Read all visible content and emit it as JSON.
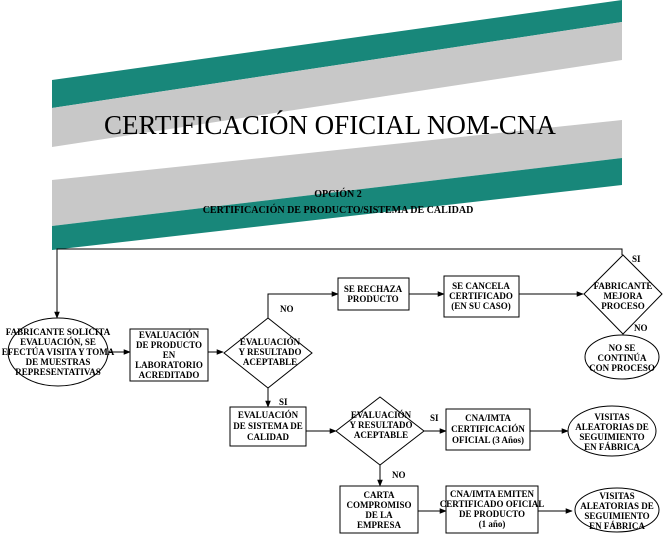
{
  "banner": {
    "title": "CERTIFICACIÓN OFICIAL NOM-CNA",
    "option": "OPCIÓN  2",
    "subtitle": "CERTIFICACIÓN DE PRODUCTO/SISTEMA DE CALIDAD",
    "colors": {
      "teal": "#18877a",
      "gray": "#c8c8c8"
    }
  },
  "nodes": {
    "fabricante": [
      "FABRICANTE SOLICITA",
      "EVALUACIÓN, SE",
      "EFECTÚA VISITA Y TOMA",
      "DE MUESTRAS",
      "REPRESENTATIVAS"
    ],
    "eval_producto": [
      "EVALUACIÓN",
      "DE PRODUCTO",
      "EN",
      "LABORATORIO",
      "ACREDITADO"
    ],
    "decision1": [
      "EVALUACIÓN",
      "Y RESULTADO",
      "ACEPTABLE"
    ],
    "rechaza": [
      "SE RECHAZA",
      "PRODUCTO"
    ],
    "cancela": [
      "SE CANCELA",
      "CERTIFICADO",
      "(EN SU CASO)"
    ],
    "mejora": [
      "FABRICANTE",
      "MEJORA",
      "PROCESO"
    ],
    "no_continua": [
      "NO SE",
      "CONTINÚA",
      "CON PROCESO"
    ],
    "eval_sistema": [
      "EVALUACIÓN",
      "DE SISTEMA DE",
      "CALIDAD"
    ],
    "decision2": [
      "EVALUACIÓN",
      "Y RESULTADO",
      "ACEPTABLE"
    ],
    "cna_3": [
      "CNA/IMTA",
      "CERTIFICACIÓN",
      "OFICIAL (3 Años)"
    ],
    "visitas1": [
      "VISITAS",
      "ALEATORIAS DE",
      "SEGUIMIENTO",
      "EN FÁBRICA"
    ],
    "carta": [
      "CARTA",
      "COMPROMISO",
      "DE LA",
      "EMPRESA"
    ],
    "cna_1": [
      "CNA/IMTA EMITEN",
      "CERTIFICADO OFICIAL",
      "DE PRODUCTO",
      "(1 año)"
    ],
    "visitas2": [
      "VISITAS",
      "ALEATORIAS DE",
      "SEGUIMIENTO",
      "EN FÁBRICA"
    ]
  },
  "labels": {
    "si_top": "SI",
    "no_d1": "NO",
    "si_d1": "SI",
    "no_mejora": "NO",
    "si_d2": "SI",
    "no_d2": "NO"
  }
}
